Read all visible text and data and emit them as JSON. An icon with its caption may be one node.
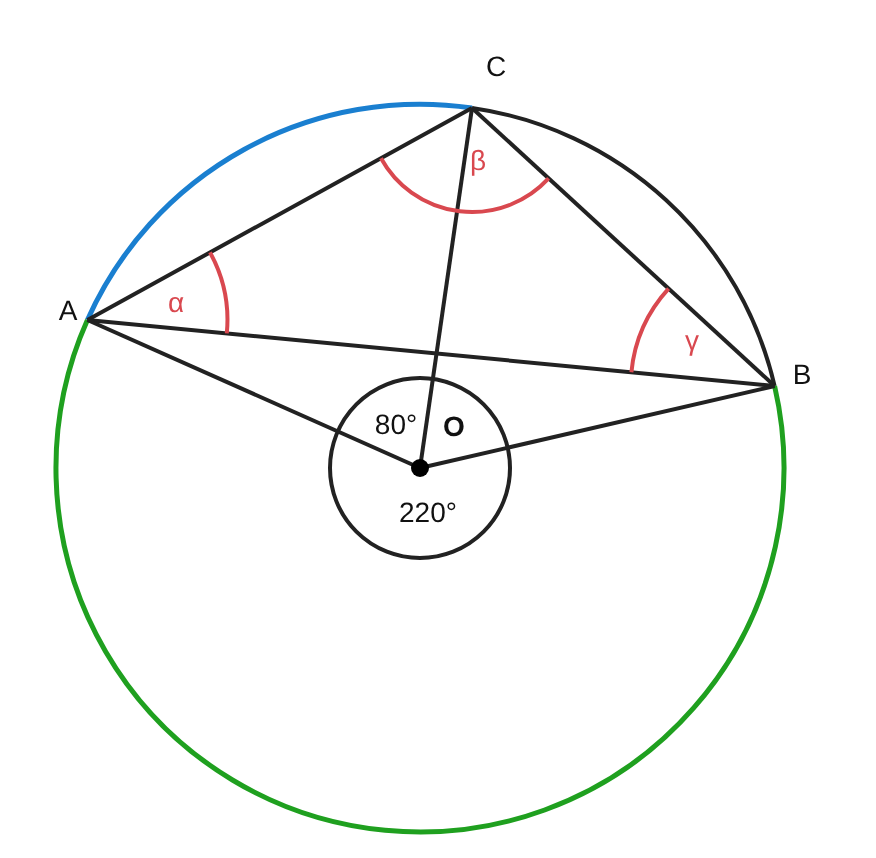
{
  "diagram": {
    "labels": [
      "C",
      "A",
      "α",
      "β",
      "γ",
      "B",
      "80°",
      "O",
      "220°"
    ]
  }
}
